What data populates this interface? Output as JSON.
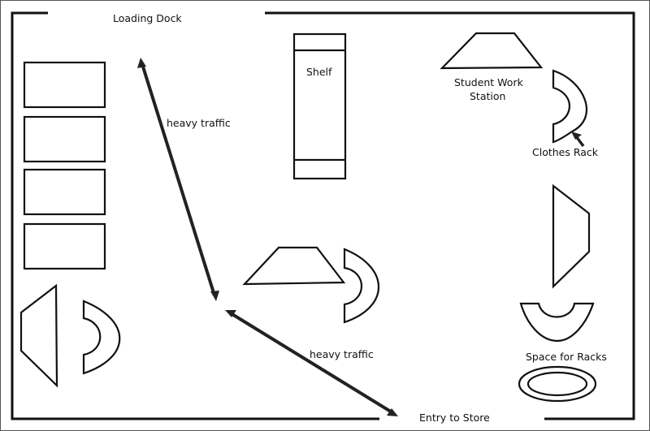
{
  "diagram": {
    "title": "Store floor plan",
    "labels": {
      "loading_dock": "Loading Dock",
      "shelf": "Shelf",
      "student_work_station_line1": "Student Work",
      "student_work_station_line2": "Station",
      "clothes_rack": "Clothes Rack",
      "heavy_traffic_upper": "heavy traffic",
      "heavy_traffic_lower": "heavy traffic",
      "space_for_racks": "Space for Racks",
      "entry_to_store": "Entry to Store"
    },
    "components": [
      {
        "type": "table",
        "count": 4,
        "location": "left wall"
      },
      {
        "type": "shelf",
        "location": "top center"
      },
      {
        "type": "work-station",
        "location": "top right"
      },
      {
        "type": "clothes-rack",
        "location": "top right"
      },
      {
        "type": "traffic-path",
        "location": "loading dock to center"
      },
      {
        "type": "traffic-path",
        "location": "center to entry"
      },
      {
        "type": "work-station",
        "location": "center"
      },
      {
        "type": "clothes-rack",
        "location": "center"
      },
      {
        "type": "work-station",
        "location": "bottom left"
      },
      {
        "type": "clothes-rack",
        "location": "bottom left"
      },
      {
        "type": "work-station",
        "location": "right wall"
      },
      {
        "type": "clothes-rack",
        "location": "right wall"
      },
      {
        "type": "rack-space",
        "location": "bottom right"
      }
    ]
  }
}
